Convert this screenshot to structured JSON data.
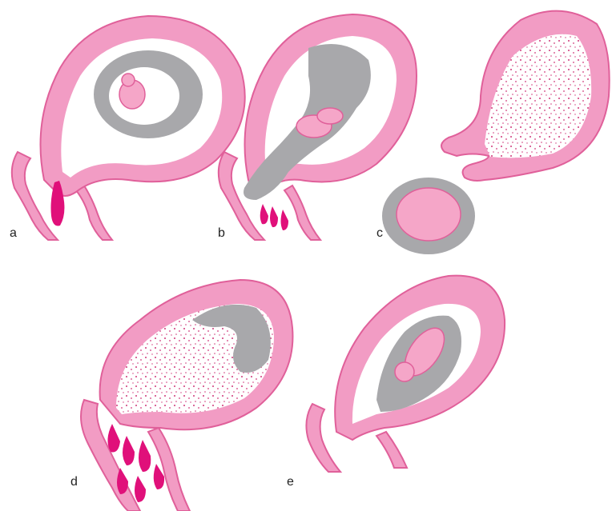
{
  "panels": [
    {
      "label": "a"
    },
    {
      "label": "b"
    },
    {
      "label": "c"
    },
    {
      "label": "d"
    },
    {
      "label": "e"
    }
  ],
  "colors": {
    "wall": "#f29cc4",
    "wall_edge": "#e0609a",
    "cavity": "#ffffff",
    "tissue": "#a8a8ab",
    "fetus": "#f5a6c8",
    "blood": "#e0107a",
    "speckle": "#d0387a",
    "label": "#222222"
  }
}
